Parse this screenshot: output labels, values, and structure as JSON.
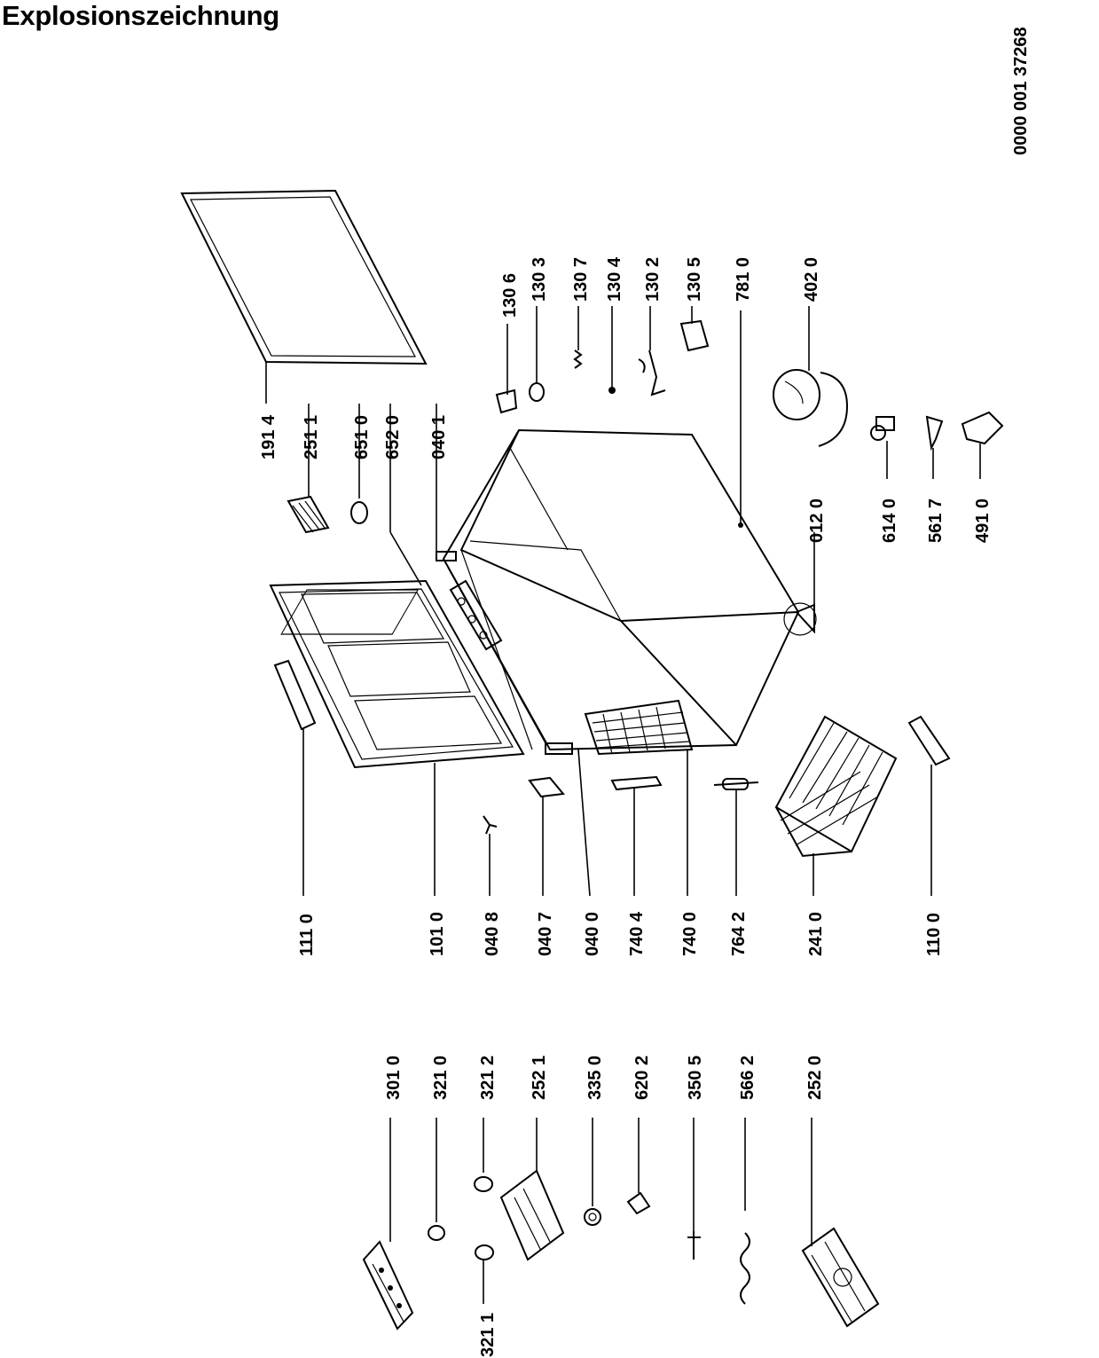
{
  "title": "Explosionszeichnung",
  "document_number": "0000 001 37268",
  "labels": [
    "321 1",
    "301 0",
    "321 0",
    "321 2",
    "252 1",
    "335 0",
    "620 2",
    "350 5",
    "566 2",
    "252 0",
    "111 0",
    "101 0",
    "040 8",
    "040 7",
    "040 0",
    "740 4",
    "740 0",
    "764 2",
    "241 0",
    "110 0",
    "191 4",
    "251 1",
    "651 0",
    "652 0",
    "040 1",
    "012 0",
    "614 0",
    "561 7",
    "491 0",
    "130 6",
    "130 3",
    "130 7",
    "130 4",
    "130 2",
    "130 5",
    "781 0",
    "402 0"
  ]
}
